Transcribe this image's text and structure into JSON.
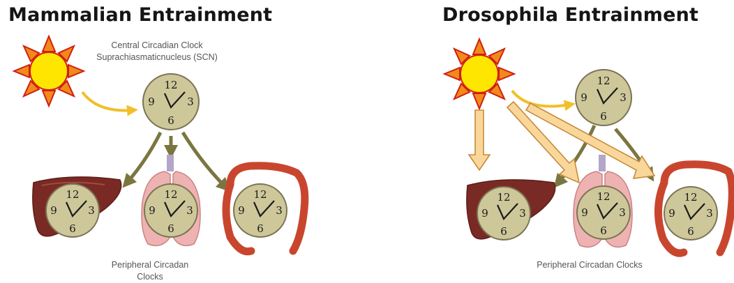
{
  "left_panel": {
    "title": "Mammalian Entrainment",
    "central_label_line1": "Central Circadian Clock",
    "central_label_line2": "Suprachiasmaticnucleus (SCN)",
    "peripheral_label": "Peripheral Circadan Clocks"
  },
  "right_panel": {
    "title": "Drosophila Entrainment",
    "peripheral_label": "Peripheral Circadan Clocks"
  },
  "clock": {
    "n12": "12",
    "n3": "3",
    "n6": "6",
    "n9": "9"
  },
  "organs": [
    "sun-icon",
    "clock-icon",
    "liver-icon",
    "lungs-icon",
    "intestine-icon"
  ],
  "colors": {
    "sun_fill": "#ffe600",
    "sun_rays": "#f08a1a",
    "sun_outline": "#d11f10",
    "clock_face": "#cdc79a",
    "clock_rim": "#7b7454",
    "arrow_green": "#7b7640",
    "arrow_yellow": "#f2bf2a",
    "big_arrow_fill": "#f9d79b",
    "big_arrow_stroke": "#c78a3a",
    "liver": "#7a2a24",
    "lungs": "#efb2b2",
    "intestine": "#c9462e"
  }
}
